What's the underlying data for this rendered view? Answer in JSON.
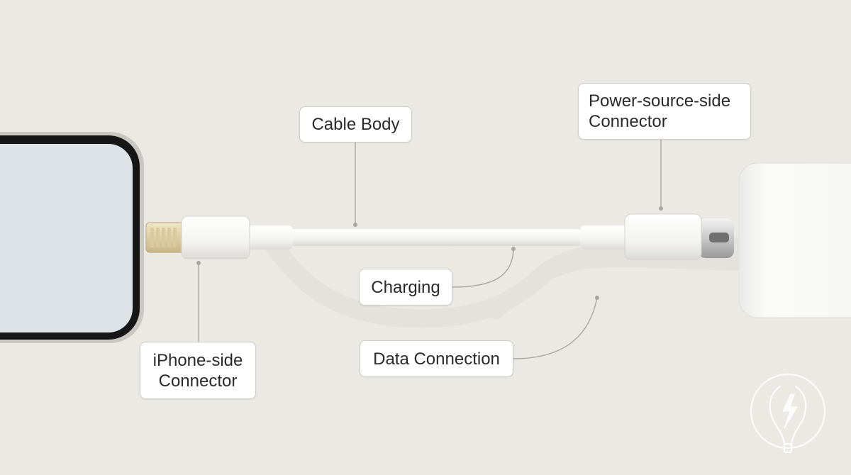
{
  "labels": {
    "cable_body": "Cable Body",
    "power_side": [
      "Power-source-side",
      "Connector"
    ],
    "charging": "Charging",
    "data_connection": "Data Connection",
    "iphone_side": [
      "iPhone-side",
      "Connector"
    ]
  },
  "icons": {
    "watermark": "lightning-cable-logo-icon"
  },
  "colors": {
    "background": "#ebe9e4",
    "callout_border": "#cfccc5",
    "leader_line": "#a9a69f",
    "cable": "#f7f7f5",
    "screen": "#dee3e8",
    "phone_frame": "#1a1a1a"
  }
}
